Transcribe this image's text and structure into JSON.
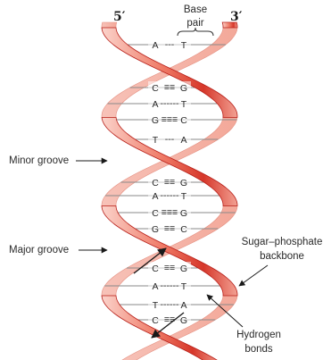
{
  "strand_ends": {
    "left": "5′",
    "right": "3′"
  },
  "labels": {
    "base_pair_line1": "Base",
    "base_pair_line2": "pair",
    "minor_groove": "Minor groove",
    "major_groove": "Major groove",
    "backbone_line1": "Sugar–phosphate",
    "backbone_line2": "backbone",
    "hydrogen_line1": "Hydrogen",
    "hydrogen_line2": "bonds"
  },
  "base_pairs": [
    {
      "left": "A",
      "bond": "---",
      "right": "T"
    },
    {
      "left": "C",
      "bond": "≡≡",
      "right": "G"
    },
    {
      "left": "A",
      "bond": "------",
      "right": "T"
    },
    {
      "left": "G",
      "bond": "≡≡≡",
      "right": "C"
    },
    {
      "left": "T",
      "bond": "---",
      "right": "A"
    },
    {
      "left": "C",
      "bond": "≡≡",
      "right": "G"
    },
    {
      "left": "A",
      "bond": "------",
      "right": "T"
    },
    {
      "left": "C",
      "bond": "≡≡≡",
      "right": "G"
    },
    {
      "left": "G",
      "bond": "≡≡",
      "right": "C"
    },
    {
      "left": "C",
      "bond": "≡≡",
      "right": "G"
    },
    {
      "left": "A",
      "bond": "------",
      "right": "T"
    },
    {
      "left": "T",
      "bond": "------",
      "right": "A"
    },
    {
      "left": "C",
      "bond": "≡≡",
      "right": "G"
    }
  ],
  "colors": {
    "strand_light": "#f6b7ac",
    "strand_mid": "#e8553f",
    "strand_dark": "#b8201a",
    "rung": "#8a8a8a",
    "text": "#2a2a2a"
  }
}
